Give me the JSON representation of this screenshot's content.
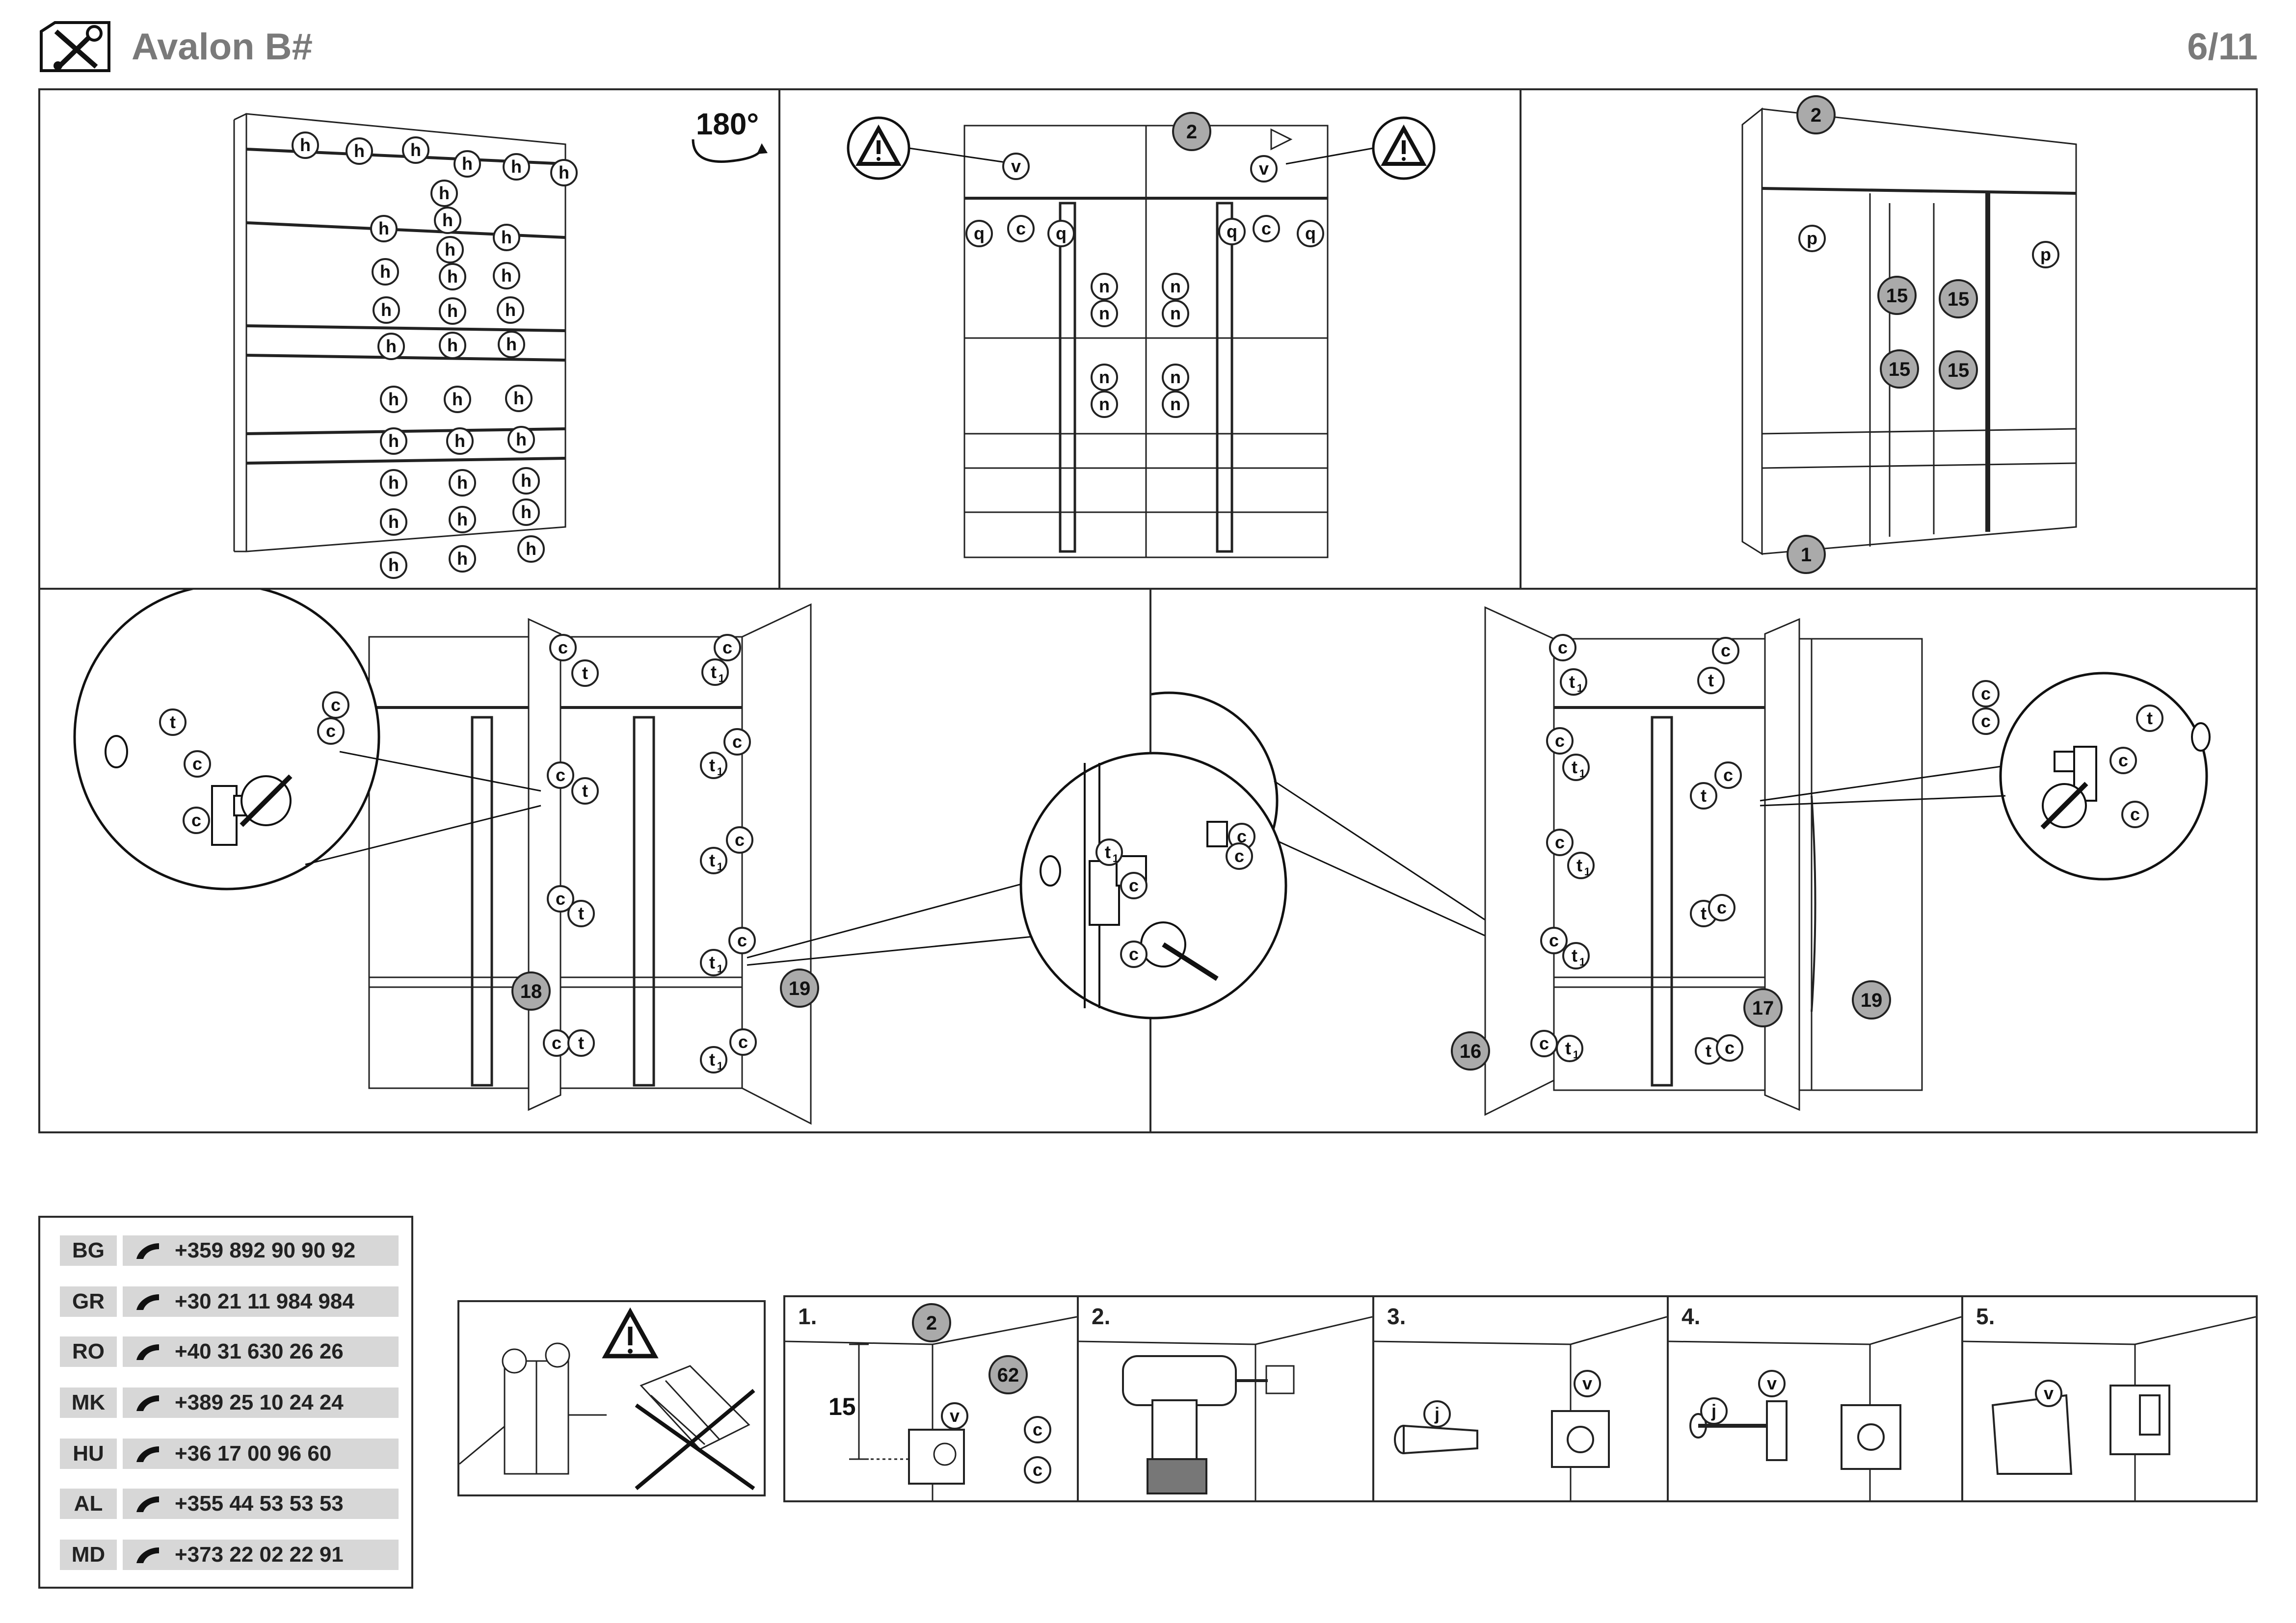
{
  "header": {
    "title": "Avalon B#",
    "page": "6/11"
  },
  "rotation_label": "180°",
  "fastener_letters": {
    "h": "h",
    "v": "v",
    "c": "c",
    "q": "q",
    "n": "n",
    "p": "p",
    "t": "t",
    "t1": "t",
    "t1_sub": "1",
    "j": "j"
  },
  "part_numbers": {
    "p1": "1",
    "p2": "2",
    "p15": "15",
    "p16": "16",
    "p17": "17",
    "p18": "18",
    "p19": "19",
    "p62": "62"
  },
  "contacts": [
    {
      "country": "BG",
      "phone": "+359 892 90 90 92"
    },
    {
      "country": "GR",
      "phone": "+30 21 11 984 984"
    },
    {
      "country": "RO",
      "phone": "+40 31 630 26 26"
    },
    {
      "country": "MK",
      "phone": "+389 25 10 24 24"
    },
    {
      "country": "HU",
      "phone": "+36 17 00 96 60"
    },
    {
      "country": "AL",
      "phone": "+355 44 53 53 53"
    },
    {
      "country": "MD",
      "phone": "+373 22 02 22 91"
    }
  ],
  "wall_steps": [
    {
      "label": "1.",
      "measurement": "15"
    },
    {
      "label": "2."
    },
    {
      "label": "3."
    },
    {
      "label": "4."
    },
    {
      "label": "5."
    }
  ],
  "icons": {
    "header": "tools-icon",
    "warning": "warning-icon",
    "phone": "phone-icon"
  }
}
